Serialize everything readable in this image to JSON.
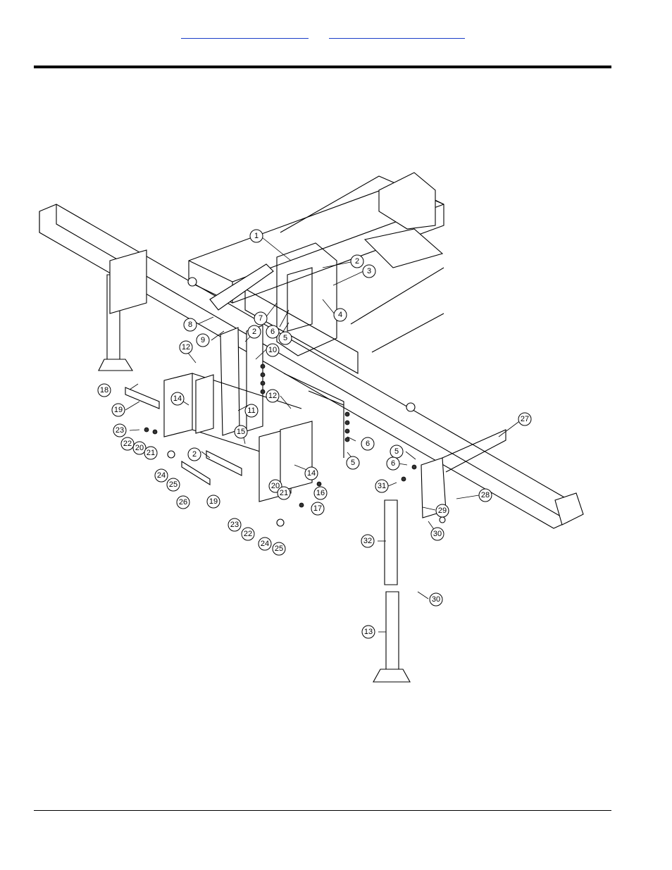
{
  "nav": {
    "link_1": "",
    "link_2": ""
  },
  "callouts": [
    {
      "n": "1"
    },
    {
      "n": "2"
    },
    {
      "n": "3"
    },
    {
      "n": "4"
    },
    {
      "n": "7"
    },
    {
      "n": "6"
    },
    {
      "n": "5"
    },
    {
      "n": "8"
    },
    {
      "n": "9"
    },
    {
      "n": "2"
    },
    {
      "n": "10"
    },
    {
      "n": "12"
    },
    {
      "n": "18"
    },
    {
      "n": "19"
    },
    {
      "n": "14"
    },
    {
      "n": "11"
    },
    {
      "n": "12"
    },
    {
      "n": "23"
    },
    {
      "n": "22"
    },
    {
      "n": "20"
    },
    {
      "n": "21"
    },
    {
      "n": "24"
    },
    {
      "n": "25"
    },
    {
      "n": "15"
    },
    {
      "n": "2"
    },
    {
      "n": "26"
    },
    {
      "n": "19"
    },
    {
      "n": "14"
    },
    {
      "n": "6"
    },
    {
      "n": "5"
    },
    {
      "n": "20"
    },
    {
      "n": "21"
    },
    {
      "n": "16"
    },
    {
      "n": "17"
    },
    {
      "n": "23"
    },
    {
      "n": "22"
    },
    {
      "n": "24"
    },
    {
      "n": "25"
    },
    {
      "n": "27"
    },
    {
      "n": "5"
    },
    {
      "n": "6"
    },
    {
      "n": "31"
    },
    {
      "n": "28"
    },
    {
      "n": "29"
    },
    {
      "n": "30"
    },
    {
      "n": "32"
    },
    {
      "n": "30"
    },
    {
      "n": "13"
    }
  ]
}
